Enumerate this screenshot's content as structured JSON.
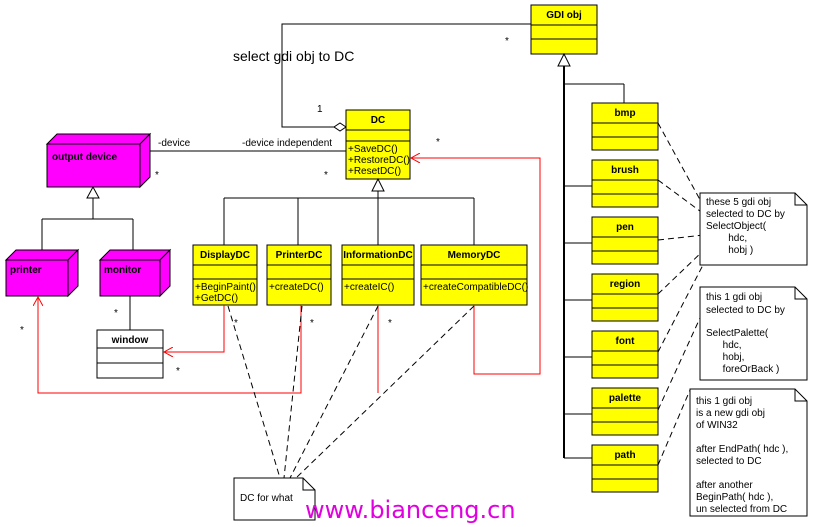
{
  "gdi_obj": {
    "title": "GDI obj"
  },
  "dc": {
    "title": "DC",
    "methods": [
      "+SaveDC()",
      "+RestoreDC()",
      "+ResetDC()"
    ]
  },
  "output_device": {
    "title": "output device"
  },
  "printer": {
    "title": "printer"
  },
  "monitor": {
    "title": "monitor"
  },
  "window": {
    "title": "window"
  },
  "display_dc": {
    "title": "DisplayDC",
    "methods": [
      "+BeginPaint()",
      "+GetDC()"
    ]
  },
  "printer_dc": {
    "title": "PrinterDC",
    "methods": [
      "+createDC()"
    ]
  },
  "information_dc": {
    "title": "InformationDC",
    "methods": [
      "+createIC()"
    ]
  },
  "memory_dc": {
    "title": "MemoryDC",
    "methods": [
      "+createCompatibleDC()"
    ]
  },
  "gdi_types": [
    "bmp",
    "brush",
    "pen",
    "region",
    "font",
    "palette",
    "path"
  ],
  "labels": {
    "select_gdi": "select gdi obj to DC",
    "device": "-device",
    "device_independent": "-device independent",
    "one": "1",
    "star": "*"
  },
  "notes": {
    "five_objs": [
      "these 5 gdi obj",
      "selected to DC by",
      "SelectObject(",
      "        hdc,",
      "        hobj )"
    ],
    "palette": [
      "this 1 gdi obj",
      "selected to DC by",
      "",
      "SelectPalette(",
      "      hdc,",
      "      hobj,",
      "      foreOrBack )"
    ],
    "path": [
      "this 1 gdi obj",
      "is a new gdi obj",
      "of WIN32",
      "",
      "after EndPath( hdc ),",
      "selected to DC",
      "",
      "after another",
      "BeginPath( hdc ),",
      "un selected from DC"
    ],
    "dc_for_what": "DC for what"
  },
  "watermark": "www.bianceng.cn",
  "colors": {
    "class_fill": "#ffff00",
    "device_fill": "#ff00ff",
    "relation_red": "#ff0000"
  }
}
